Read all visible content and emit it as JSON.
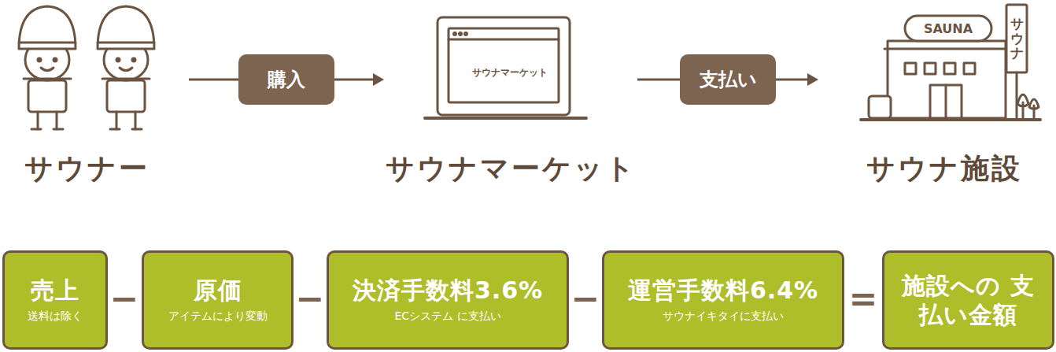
{
  "diagram": {
    "nodes": [
      {
        "text": [
          "サウナー"
        ]
      },
      {
        "text": [
          "サウナマーケット"
        ]
      },
      {
        "text": [
          "サウナ施設"
        ]
      },
      {
        "text": [
          "売上",
          "送料は除く"
        ]
      },
      {
        "text": [
          "原価",
          "アイテムにより変動"
        ]
      },
      {
        "text": [
          "決済手数料3.6%",
          "ECシステム に支払い"
        ]
      },
      {
        "text": [
          "運営手数料6.4%",
          "サウナイキタイに支払い"
        ]
      },
      {
        "text": [
          "施設への 支払い金額"
        ]
      }
    ],
    "edges": [
      {
        "from": 0,
        "to": 1,
        "label": "購入",
        "arrow": "to"
      },
      {
        "from": 1,
        "to": 2,
        "label": "支払い",
        "arrow": "to"
      }
    ],
    "labels": [
      "サウナマーケット",
      "SAUNA",
      "サウナ",
      "−",
      "−",
      "−",
      "="
    ]
  }
}
